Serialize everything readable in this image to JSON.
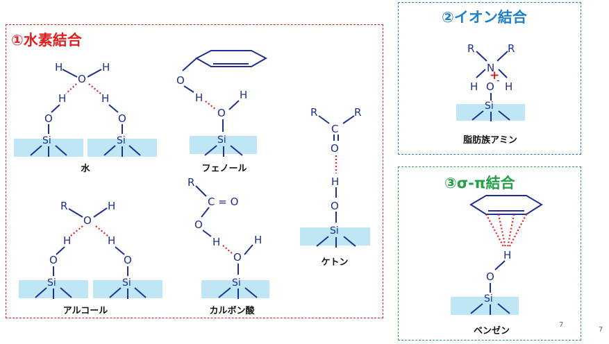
{
  "panels": {
    "hydrogen": {
      "title": "①水素結合",
      "color": "#e02020"
    },
    "ionic": {
      "title": "②イオン結合",
      "color": "#1f7fc7"
    },
    "sigma_pi": {
      "title": "③σ-π結合",
      "color": "#23a045"
    }
  },
  "captions": {
    "water": "水",
    "phenol": "フェノール",
    "alcohol": "アルコール",
    "carboxylic": "カルボン酸",
    "ketone": "ケトン",
    "amine": "脂肪族アミン",
    "benzene": "ベンゼン"
  },
  "atoms": {
    "H": "H",
    "O": "O",
    "Si": "Si",
    "R": "R",
    "C": "C",
    "N": "N",
    "plus": "+",
    "minus": "-",
    "co": "C = O"
  },
  "page_numbers": {
    "inner": "7",
    "outer": "7"
  },
  "colors": {
    "atom": "#1f2f8f",
    "hbond": "#e02020",
    "surface": "#bfe6f5"
  }
}
